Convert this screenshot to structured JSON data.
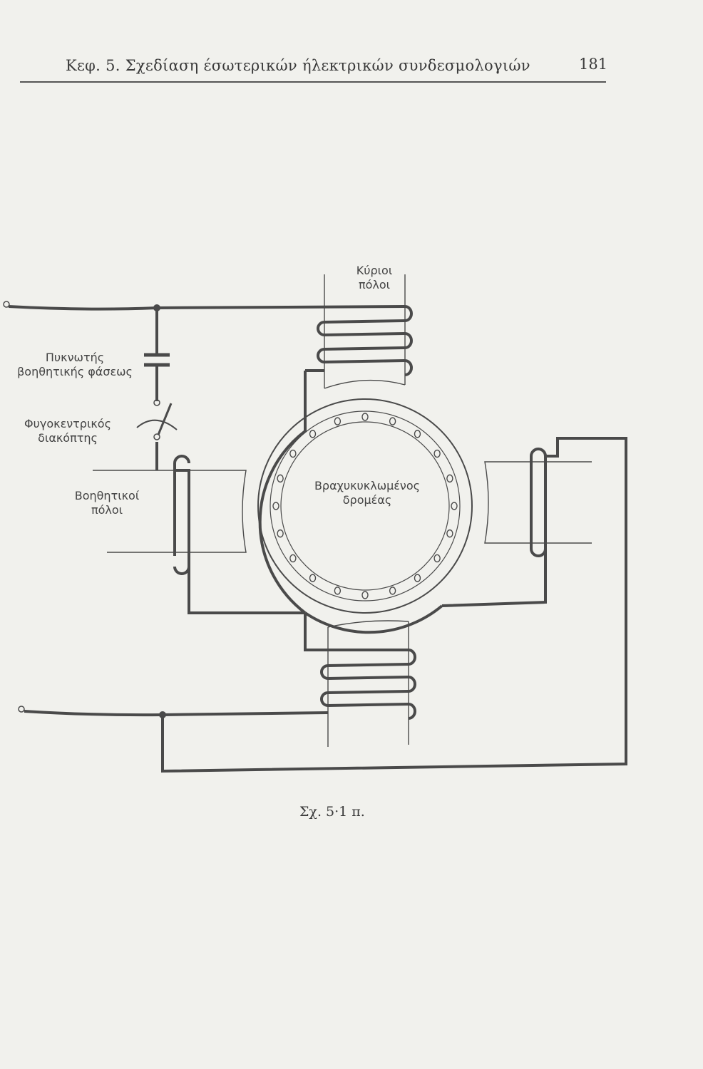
{
  "header": {
    "title": "Κεφ. 5. Σχεδίαση έσωτερικών ήλεκτρικών συνδεσμολογιών",
    "page_number": "181"
  },
  "figure": {
    "labels": {
      "main_poles_1": "Κύριοι",
      "main_poles_2": "πόλοι",
      "capacitor_1": "Πυκνωτής",
      "capacitor_2": "βοηθητικής φάσεως",
      "switch_1": "Φυγοκεντρικός",
      "switch_2": "διακόπτης",
      "aux_poles_1": "Βοηθητικοί",
      "aux_poles_2": "πόλοι",
      "rotor_1": "Βραχυκυκλωμένος",
      "rotor_2": "δρομέας"
    },
    "caption": "Σχ. 5·1 π."
  }
}
